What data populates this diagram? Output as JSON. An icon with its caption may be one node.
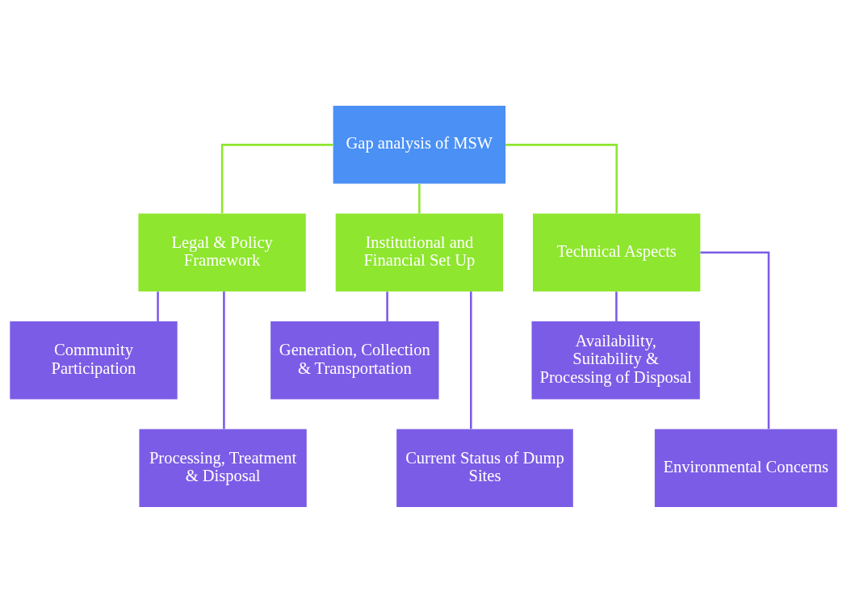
{
  "diagram": {
    "nodes": [
      {
        "text": [
          "Gap analysis of MSW"
        ]
      },
      {
        "text": [
          "Legal & Policy Framework"
        ]
      },
      {
        "text": [
          "Institutional and Financial Set Up"
        ]
      },
      {
        "text": [
          "Technical Aspects"
        ]
      },
      {
        "text": [
          "Community Participation"
        ]
      },
      {
        "text": [
          "Processing, Treatment & Disposal"
        ]
      },
      {
        "text": [
          "Generation, Collection & Transportation"
        ]
      },
      {
        "text": [
          "Current Status of Dump Sites"
        ]
      },
      {
        "text": [
          "Availability, Suitability & Processing of Disposal"
        ]
      },
      {
        "text": [
          "Environmental Concerns"
        ]
      }
    ],
    "edges": [
      {
        "from": 0,
        "to": 1,
        "arrow": "none",
        "color": "#8ee62e"
      },
      {
        "from": 0,
        "to": 2,
        "arrow": "none",
        "color": "#8ee62e"
      },
      {
        "from": 0,
        "to": 3,
        "arrow": "none",
        "color": "#8ee62e"
      },
      {
        "from": 1,
        "to": 4,
        "arrow": "none"
      },
      {
        "from": 1,
        "to": 5,
        "arrow": "none"
      },
      {
        "from": 2,
        "to": 6,
        "arrow": "none"
      },
      {
        "from": 2,
        "to": 7,
        "arrow": "none"
      },
      {
        "from": 3,
        "to": 8,
        "arrow": "none"
      },
      {
        "from": 3,
        "to": 9,
        "arrow": "none"
      }
    ]
  }
}
